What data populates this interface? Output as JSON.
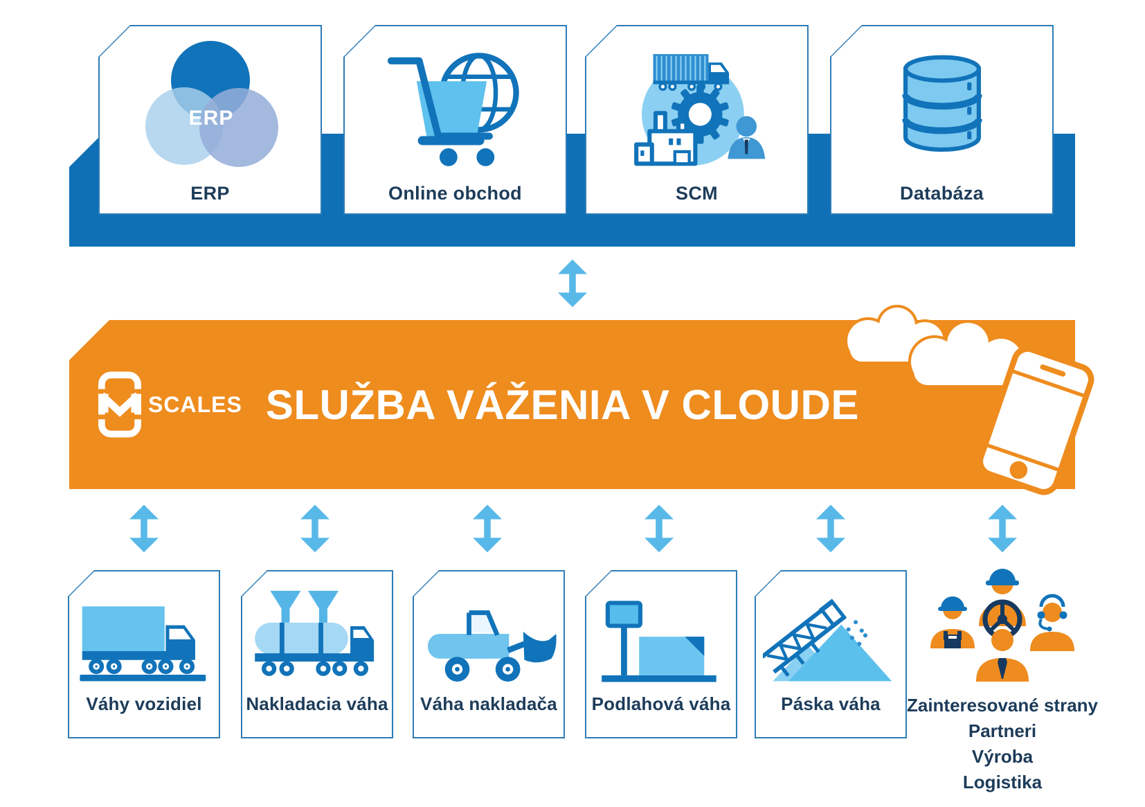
{
  "colors": {
    "bar_blue": "#0f70b6",
    "icon_blue": "#1173b9",
    "arrow_blue": "#58b9e9",
    "orange": "#ee8c1e",
    "text_navy": "#1d3c5a",
    "card_border_blue": "#2d7cb6",
    "light_icon_blue": "#5ec1ee",
    "pale_icon_blue": "#a5d8f4",
    "people_orange": "#ee8c1f",
    "people_navy": "#16395f"
  },
  "top_row": {
    "cards": [
      {
        "label": "ERP",
        "icon": "erp-venn-icon",
        "icon_text": "ERP"
      },
      {
        "label": "Online obchod",
        "icon": "cart-globe-icon"
      },
      {
        "label": "SCM",
        "icon": "scm-icon"
      },
      {
        "label": "Databáza",
        "icon": "database-icon"
      }
    ]
  },
  "banner": {
    "logo_text": "SCALES",
    "logo_icon": "mscales-logo-icon",
    "title": "SLUŽBA VÁŽENIA V CLOUDE",
    "decor_icons": [
      "cloud-icon",
      "cloud-icon",
      "smartphone-icon"
    ]
  },
  "bottom_row": {
    "cards": [
      {
        "label": "Váhy vozidiel",
        "icon": "truck-scale-icon"
      },
      {
        "label": "Nakladacia váha",
        "icon": "hopper-tanker-scale-icon"
      },
      {
        "label": "Váha nakladača",
        "icon": "wheel-loader-scale-icon"
      },
      {
        "label": "Podlahová váha",
        "icon": "floor-scale-icon"
      },
      {
        "label": "Páska váha",
        "icon": "belt-scale-icon"
      }
    ],
    "stakeholders": {
      "icon": "people-group-icon",
      "lines": [
        "Zainteresované strany",
        "Partneri",
        "Výroba",
        "Logistika"
      ]
    }
  }
}
